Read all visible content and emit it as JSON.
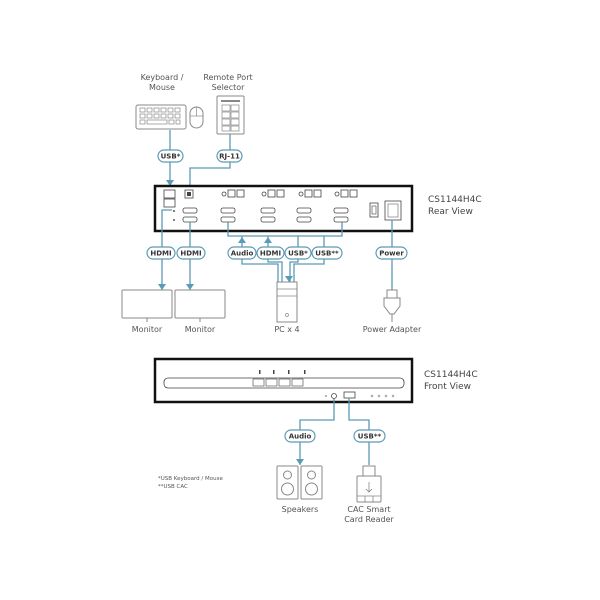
{
  "devices": {
    "keyboard_mouse": "Keyboard / Mouse",
    "keyboard_mouse_l1": "Keyboard /",
    "keyboard_mouse_l2": "Mouse",
    "remote_port_l1": "Remote Port",
    "remote_port_l2": "Selector",
    "monitor1": "Monitor",
    "monitor2": "Monitor",
    "pc": "PC x 4",
    "power_adapter": "Power Adapter",
    "speakers": "Speakers",
    "cac_l1": "CAC Smart",
    "cac_l2": "Card Reader"
  },
  "rear": {
    "model": "CS1144H4C",
    "view": "Rear View"
  },
  "front": {
    "model": "CS1144H4C",
    "view": "Front View"
  },
  "cables": {
    "usb_kb": "USB*",
    "rj11": "RJ-11",
    "hdmi1": "HDMI",
    "hdmi2": "HDMI",
    "audio_pc": "Audio",
    "hdmi_pc": "HDMI",
    "usb_pc": "USB*",
    "usb2_pc": "USB**",
    "power": "Power",
    "audio_front": "Audio",
    "usb_front": "USB**"
  },
  "notes": {
    "n1": "*USB Keyboard / Mouse",
    "n2": "**USB CAC"
  },
  "colors": {
    "cable": "#5a9bb5",
    "chassis": "#111111"
  }
}
